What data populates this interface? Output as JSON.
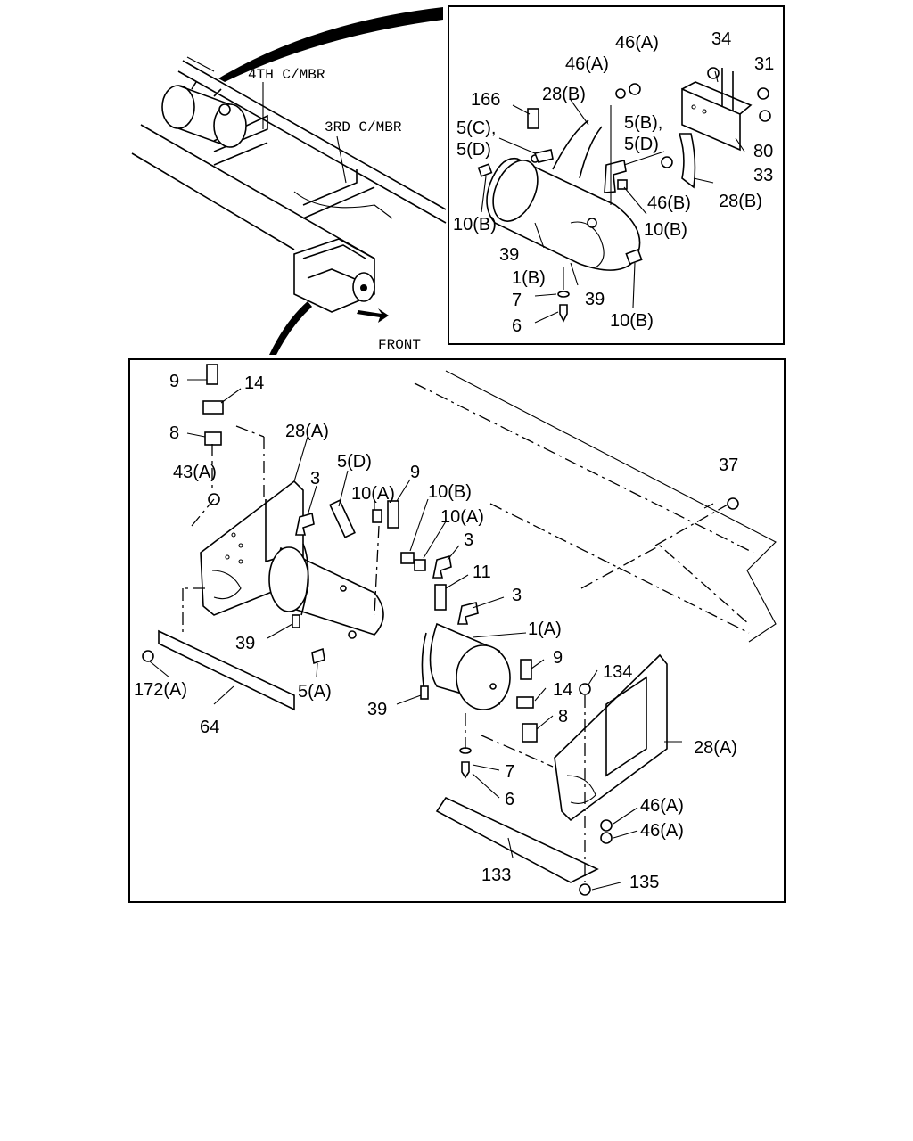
{
  "overview": {
    "labels": {
      "fourth_member": "4TH C/MBR",
      "third_member": "3RD C/MBR",
      "front": "FRONT"
    }
  },
  "detail": {
    "callouts": [
      {
        "id": "d46a1",
        "text": "46(A)"
      },
      {
        "id": "d46a2",
        "text": "46(A)"
      },
      {
        "id": "d34",
        "text": "34"
      },
      {
        "id": "d31",
        "text": "31"
      },
      {
        "id": "d166",
        "text": "166"
      },
      {
        "id": "d28b1",
        "text": "28(B)"
      },
      {
        "id": "d5c",
        "text": "5(C),"
      },
      {
        "id": "d5d1",
        "text": "5(D)"
      },
      {
        "id": "d5b",
        "text": "5(B),"
      },
      {
        "id": "d5d2",
        "text": "5(D)"
      },
      {
        "id": "d80",
        "text": "80"
      },
      {
        "id": "d33",
        "text": "33"
      },
      {
        "id": "d46b",
        "text": "46(B)"
      },
      {
        "id": "d28b2",
        "text": "28(B)"
      },
      {
        "id": "d10b1",
        "text": "10(B)"
      },
      {
        "id": "d10b2",
        "text": "10(B)"
      },
      {
        "id": "d39a",
        "text": "39"
      },
      {
        "id": "d1b",
        "text": "1(B)"
      },
      {
        "id": "d7",
        "text": "7"
      },
      {
        "id": "d39b",
        "text": "39"
      },
      {
        "id": "d6",
        "text": "6"
      },
      {
        "id": "d10b3",
        "text": "10(B)"
      }
    ]
  },
  "main": {
    "callouts": [
      {
        "id": "m9a",
        "text": "9"
      },
      {
        "id": "m14a",
        "text": "14"
      },
      {
        "id": "m8a",
        "text": "8"
      },
      {
        "id": "m28a1",
        "text": "28(A)"
      },
      {
        "id": "m43a",
        "text": "43(A)"
      },
      {
        "id": "m5d",
        "text": "5(D)"
      },
      {
        "id": "m3a",
        "text": "3"
      },
      {
        "id": "m9b",
        "text": "9"
      },
      {
        "id": "m10a1",
        "text": "10(A)"
      },
      {
        "id": "m10b",
        "text": "10(B)"
      },
      {
        "id": "m10a2",
        "text": "10(A)"
      },
      {
        "id": "m37",
        "text": "37"
      },
      {
        "id": "m3b",
        "text": "3"
      },
      {
        "id": "m11",
        "text": "11"
      },
      {
        "id": "m3c",
        "text": "3"
      },
      {
        "id": "m1a",
        "text": "1(A)"
      },
      {
        "id": "m39a",
        "text": "39"
      },
      {
        "id": "m9c",
        "text": "9"
      },
      {
        "id": "m134",
        "text": "134"
      },
      {
        "id": "m172a",
        "text": "172(A)"
      },
      {
        "id": "m5a",
        "text": "5(A)"
      },
      {
        "id": "m14b",
        "text": "14"
      },
      {
        "id": "m39b",
        "text": "39"
      },
      {
        "id": "m8b",
        "text": "8"
      },
      {
        "id": "m64",
        "text": "64"
      },
      {
        "id": "m28a2",
        "text": "28(A)"
      },
      {
        "id": "m7",
        "text": "7"
      },
      {
        "id": "m6",
        "text": "6"
      },
      {
        "id": "m46a1",
        "text": "46(A)"
      },
      {
        "id": "m46a2",
        "text": "46(A)"
      },
      {
        "id": "m133",
        "text": "133"
      },
      {
        "id": "m135",
        "text": "135"
      }
    ]
  }
}
